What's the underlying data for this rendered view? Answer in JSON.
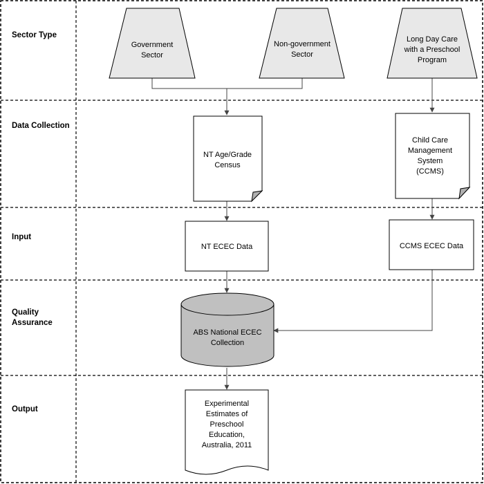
{
  "lanes": [
    {
      "label": "Sector Type"
    },
    {
      "label": "Data Collection"
    },
    {
      "label": "Input"
    },
    {
      "label": "Quality Assurance"
    },
    {
      "label": "Output"
    }
  ],
  "lane_label_lines": {
    "sector_type": [
      "Sector Type"
    ],
    "data_collection": [
      "Data Collection"
    ],
    "input": [
      "Input"
    ],
    "quality_assurance": [
      "Quality",
      "Assurance"
    ],
    "output": [
      "Output"
    ]
  },
  "nodes": {
    "government_sector": {
      "lines": [
        "Government",
        "Sector"
      ],
      "shape": "trapezoid",
      "fill": "#e8e8e8"
    },
    "non_government_sector": {
      "lines": [
        "Non-government",
        "Sector"
      ],
      "shape": "trapezoid",
      "fill": "#e8e8e8"
    },
    "long_day_care": {
      "lines": [
        "Long Day Care",
        "with a Preschool",
        "Program"
      ],
      "shape": "trapezoid",
      "fill": "#e8e8e8"
    },
    "nt_census": {
      "lines": [
        "NT Age/Grade",
        "Census"
      ],
      "shape": "document",
      "fill": "#ffffff"
    },
    "ccms": {
      "lines": [
        "Child Care",
        "Management",
        "System",
        "(CCMS)"
      ],
      "shape": "document",
      "fill": "#ffffff"
    },
    "nt_ecec_data": {
      "lines": [
        "NT ECEC Data"
      ],
      "shape": "rectangle",
      "fill": "#ffffff"
    },
    "ccms_ecec_data": {
      "lines": [
        "CCMS ECEC Data"
      ],
      "shape": "rectangle",
      "fill": "#ffffff"
    },
    "abs_collection": {
      "lines": [
        "ABS National ECEC",
        "Collection"
      ],
      "shape": "cylinder",
      "fill": "#c0c0c0"
    },
    "output_estimates": {
      "lines": [
        "Experimental",
        "Estimates of",
        "Preschool",
        "Education,",
        "Australia, 2011"
      ],
      "shape": "wavy-document",
      "fill": "#ffffff"
    }
  },
  "colors": {
    "stroke": "#000000",
    "lane_divider": "#000000",
    "connector": "#444444"
  }
}
